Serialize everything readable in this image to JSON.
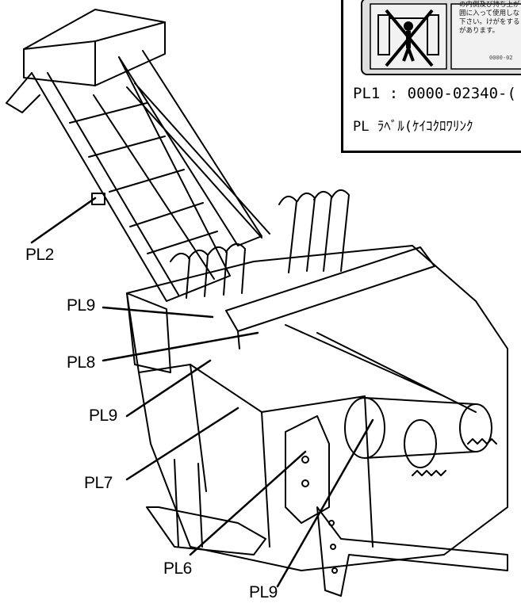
{
  "label": {
    "warning_text": "の内側及び持ち上が\n囲に入って使用しな\n下さい。けがをする\nがあります。",
    "label_code": "0000-02",
    "part_number": "PL1 : 0000-02340-(",
    "part_name": "PL ﾗﾍﾞﾙ(ｹｲｺｸﾛﾜﾘﾝｸ"
  },
  "callouts": [
    {
      "id": "pl2",
      "text": "PL2"
    },
    {
      "id": "pl9-a",
      "text": "PL9"
    },
    {
      "id": "pl8",
      "text": "PL8"
    },
    {
      "id": "pl9-b",
      "text": "PL9"
    },
    {
      "id": "pl7",
      "text": "PL7"
    },
    {
      "id": "pl6",
      "text": "PL6"
    },
    {
      "id": "pl9-c",
      "text": "PL9"
    }
  ]
}
